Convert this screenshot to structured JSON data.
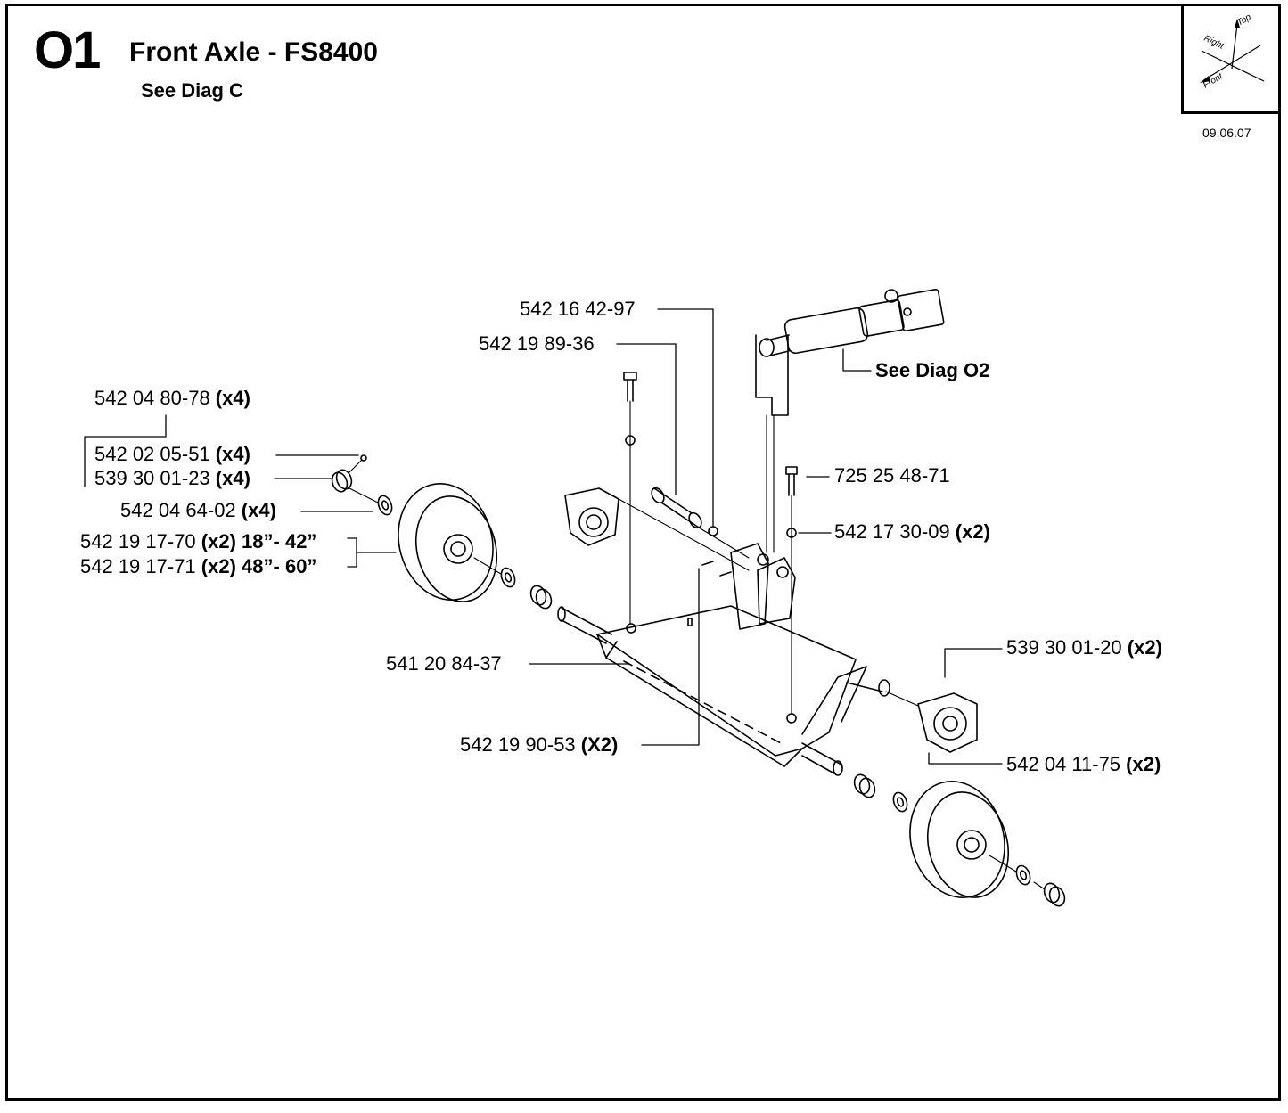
{
  "header": {
    "section": "O1",
    "title": "Front Axle - FS8400",
    "subtitle": "See Diag C",
    "date": "09.06.07"
  },
  "orientation": {
    "top": "Top",
    "right": "Right",
    "front": "Front"
  },
  "callouts": {
    "p1": {
      "part": "542 16 42-97"
    },
    "p2": {
      "part": "542 19 89-36"
    },
    "see_o2": "See Diag O2",
    "p3": {
      "part": "542 04 80-78",
      "qty": "(x4)"
    },
    "p4": {
      "part": "542 02 05-51",
      "qty": "(x4)"
    },
    "p5": {
      "part": "539 30 01-23",
      "qty": "(x4)"
    },
    "p6": {
      "part": "725 25 48-71"
    },
    "p7": {
      "part": "542 04 64-02",
      "qty": "(x4)"
    },
    "p8": {
      "part": "542 17 30-09",
      "qty": "(x2)"
    },
    "p9": {
      "part": "542 19 17-70",
      "qty": "(x2)",
      "size": "18”- 42”"
    },
    "p10": {
      "part": "542 19 17-71",
      "qty": "(x2)",
      "size": "48”- 60”"
    },
    "p11": {
      "part": "539 30 01-20",
      "qty": "(x2)"
    },
    "p12": {
      "part": "541 20 84-37"
    },
    "p13": {
      "part": "542 19 90-53",
      "qty": "(X2)"
    },
    "p14": {
      "part": "542 04 11-75",
      "qty": "(x2)"
    }
  }
}
